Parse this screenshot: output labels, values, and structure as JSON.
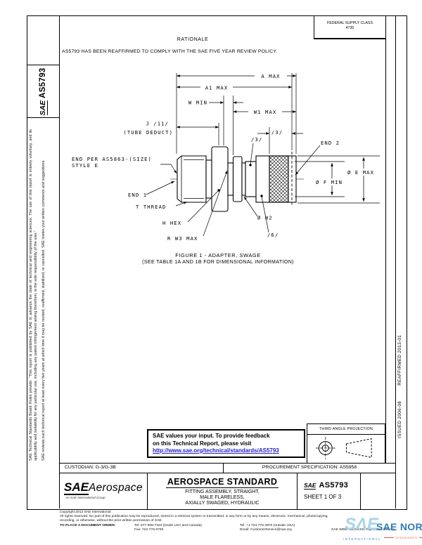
{
  "top_right_box": {
    "line1": "FEDERAL SUPPLY CLASS",
    "line2": "4730"
  },
  "left_margin": {
    "sae_logo": "SAE",
    "doc_code": "AS5793",
    "disclaimer_p1": "SAE Technical Standards Board Rules provide: \"This report is published by SAE to advance the state of technical and engineering sciences. The use of this report is entirely voluntary, and its applicability and suitability for any particular use, including any patent infringement arising therefrom, is the sole responsibility of the user.\"",
    "disclaimer_p2": "SAE reviews each technical report at least every five years at which time it may be revised, reaffirmed, stabilized, or cancelled. SAE invites your written comments and suggestions."
  },
  "right_margin": {
    "issued": "ISSUED 2006-08",
    "reaffirmed": "REAFFIRMED 2013-01"
  },
  "rationale": {
    "heading": "RATIONALE",
    "body": "AS5793 HAS BEEN REAFFIRMED TO COMPLY WITH THE SAE FIVE YEAR REVIEW POLICY."
  },
  "figure": {
    "caption_line1": "FIGURE 1 - ADAPTER, SWAGE",
    "caption_line2": "(SEE TABLE 1A AND 1B FOR DIMENSIONAL INFORMATION)",
    "labels": {
      "a_max": "A MAX",
      "a1_max": "A1 MAX",
      "w_min": "W MIN",
      "w1_max": "W1 MAX",
      "j_note": "J /11/",
      "tube_deduct": "(TUBE DEDUCT)",
      "flag_3": "/3/",
      "flag_6": "/6/",
      "end_1": "END 1",
      "end_2": "END 2",
      "end_per": "END PER AS5863-(SIZE)",
      "style_e": "STYLE E",
      "t_thread": "T THREAD",
      "h_hex": "H HEX",
      "r_w3_max": "R W3 MAX",
      "dia_w2": "Ø W2",
      "dia_e_max": "Ø E MAX",
      "dia_f_min": "Ø F MIN"
    }
  },
  "feedback_box": {
    "line1": "SAE values your input. To provide feedback",
    "line2": "on this Technical Report, please visit",
    "url": "http://www.sae.org/technical/standards/AS5793"
  },
  "projection_box": {
    "label": "THIRD ANGLE PROJECTION"
  },
  "title_block": {
    "custodian": "CUSTODIAN: G-3/G-3B",
    "procurement": "PROCUREMENT SPECIFICATION: AS5958",
    "logo_sae": "SAE",
    "logo_aerospace": "Aerospace",
    "logo_subtitle": "An SAE International Group",
    "doc_type": "AEROSPACE STANDARD",
    "title_line1": "FITTING ASSEMBLY, STRAIGHT,",
    "title_line2": "MALE FLARELESS,",
    "title_line3": "AXIALLY SWAGED, HYDRAULIC",
    "number_prefix": "SAE",
    "number": "AS5793",
    "sheet": "SHEET 1 OF 3"
  },
  "footer": {
    "copyright": "Copyright 2013 SAE International",
    "rights_line1": "All rights reserved. No part of this publication may be reproduced, stored in a retrieval system or transmitted, in any form or by any means, electronic, mechanical, photocopying,",
    "rights_line2": "recording, or otherwise, without the prior written permission of SAE.",
    "order_label": "TO PLACE A DOCUMENT ORDER:",
    "tel_us": "Tel: 877-606-7323 (inside USA and Canada)",
    "tel_intl": "Tel: +1 724-776-4970 (outside USA)",
    "fax": "Fax: 724-776-0790",
    "email": "Email: CustomerService@sae.org",
    "web": "SAE WEB ADDRESS: http://www.sae.org"
  },
  "watermark": {
    "monogram": "SΛE",
    "name": "SAE NORM",
    "subtitle": "INTERNATIONAL",
    "tagline": "STANDARDS",
    "color_blue": "#2d7cb8",
    "color_light_blue": "#a9d3ea",
    "color_red": "#d95948"
  }
}
